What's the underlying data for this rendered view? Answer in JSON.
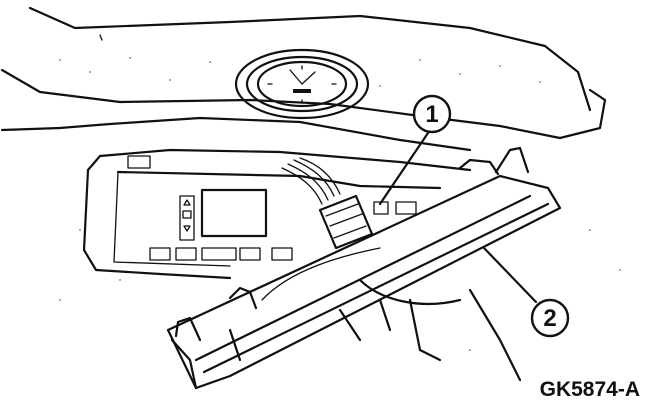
{
  "figure_code": "GK5874-A",
  "callouts": [
    {
      "number": "1"
    },
    {
      "number": "2"
    }
  ],
  "colors": {
    "ink": "#111111",
    "paper": "#ffffff",
    "shade": "#7a7a7a"
  }
}
